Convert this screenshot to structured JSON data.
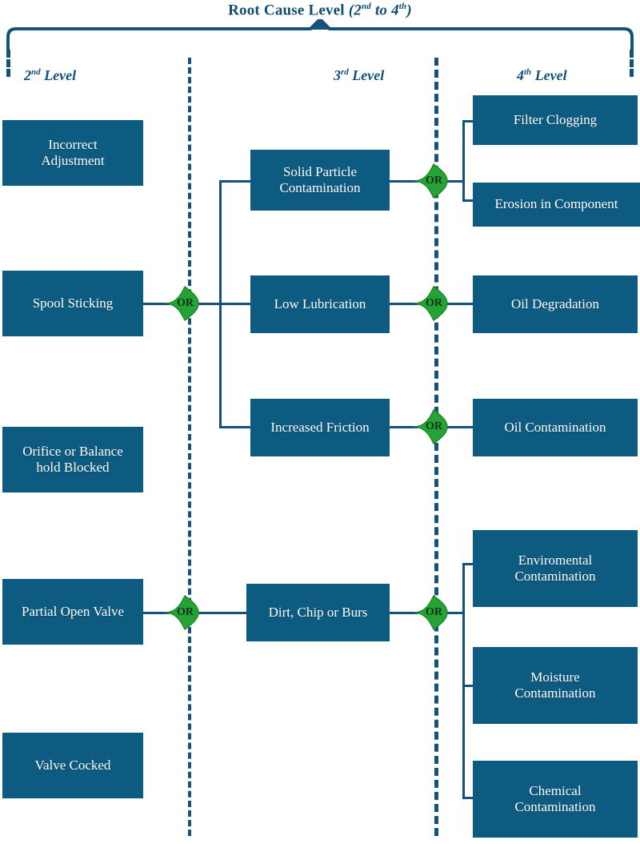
{
  "header": {
    "title_main": "Root Cause Level",
    "title_paren_open": "(2",
    "title_sup1": "nd",
    "title_mid": " to 4",
    "title_sup2": "th",
    "title_paren_close": ")",
    "title_full": "Root Cause Level (2nd to 4th)"
  },
  "levels": [
    {
      "num": "2",
      "sup": "nd",
      "label": "Level",
      "name": "second-level"
    },
    {
      "num": "3",
      "sup": "rd",
      "label": "Level",
      "name": "third-level"
    },
    {
      "num": "4",
      "sup": "th",
      "label": "Level",
      "name": "fourth-level"
    }
  ],
  "colors": {
    "box_fill": "#0d5b80",
    "line": "#15527a",
    "gate_fill": "#26a335",
    "gate_edge": "#1f8a2c",
    "gate_text": "#12301b",
    "title": "#0d4d70",
    "background": "#ffffff"
  },
  "gates": [
    {
      "label": "OR",
      "name": "or-gate-spool-sticking"
    },
    {
      "label": "OR",
      "name": "or-gate-solid-particle-contamination"
    },
    {
      "label": "OR",
      "name": "or-gate-low-lubrication"
    },
    {
      "label": "OR",
      "name": "or-gate-increased-friction"
    },
    {
      "label": "OR",
      "name": "or-gate-partial-open-valve"
    },
    {
      "label": "OR",
      "name": "or-gate-dirt-chip-or-burs"
    }
  ],
  "second_level": [
    {
      "line1": "Incorrect",
      "line2": "Adjustment",
      "name": "node-incorrect-adjustment"
    },
    {
      "line1": "Spool Sticking",
      "line2": "",
      "name": "node-spool-sticking"
    },
    {
      "line1": "Orifice or Balance",
      "line2": "hold Blocked",
      "name": "node-orifice-or-balance-hold-blocked"
    },
    {
      "line1": "Partial Open Valve",
      "line2": "",
      "name": "node-partial-open-valve"
    },
    {
      "line1": "Valve Cocked",
      "line2": "",
      "name": "node-valve-cocked"
    }
  ],
  "third_level": [
    {
      "line1": "Solid Particle",
      "line2": "Contamination",
      "name": "node-solid-particle-contamination"
    },
    {
      "line1": "Low Lubrication",
      "line2": "",
      "name": "node-low-lubrication"
    },
    {
      "line1": "Increased Friction",
      "line2": "",
      "name": "node-increased-friction"
    },
    {
      "line1": "Dirt, Chip or Burs",
      "line2": "",
      "name": "node-dirt-chip-or-burs"
    }
  ],
  "fourth_level": [
    {
      "line1": "Filter Clogging",
      "line2": "",
      "name": "node-filter-clogging"
    },
    {
      "line1": "Erosion in Component",
      "line2": "",
      "name": "node-erosion-in-component"
    },
    {
      "line1": "Oil Degradation",
      "line2": "",
      "name": "node-oil-degradation"
    },
    {
      "line1": "Oil Contamination",
      "line2": "",
      "name": "node-oil-contamination"
    },
    {
      "line1": "Enviromental",
      "line2": "Contamination",
      "name": "node-enviromental-contamination"
    },
    {
      "line1": "Moisture",
      "line2": "Contamination",
      "name": "node-moisture-contamination"
    },
    {
      "line1": "Chemical",
      "line2": "Contamination",
      "name": "node-chemical-contamination"
    }
  ]
}
